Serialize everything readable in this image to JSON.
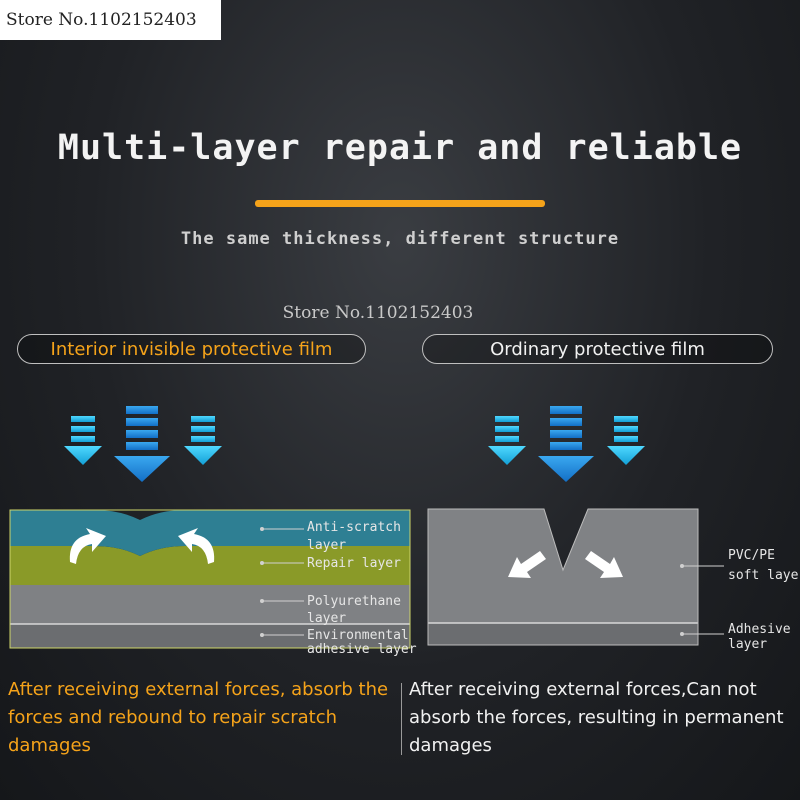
{
  "store_label": "Store No.1102152403",
  "title": "Multi-layer repair and reliable",
  "subtitle": "The same thickness, different structure",
  "watermark": "Store No.1102152403",
  "left_panel": {
    "heading": "Interior invisible protective film",
    "layers": [
      {
        "label_lines": [
          "Anti-scratch",
          "layer"
        ],
        "color": "#2e7f93"
      },
      {
        "label_lines": [
          "Repair layer"
        ],
        "color": "#8a9a28"
      },
      {
        "label_lines": [
          "Polyurethane",
          "layer"
        ],
        "color": "#7f8184"
      },
      {
        "label_lines": [
          "Environmental",
          "adhesive layer"
        ],
        "color": "#6b6d70"
      }
    ],
    "caption": "After receiving external forces, absorb the forces and rebound to repair scratch damages"
  },
  "right_panel": {
    "heading": "Ordinary protective film",
    "layers": [
      {
        "label_lines": [
          "PVC/PE",
          "soft layer"
        ],
        "color": "#808285"
      },
      {
        "label_lines": [
          "Adhesive",
          "layer"
        ],
        "color": "#6b6d70"
      }
    ],
    "caption": "After receiving external forces,Can not absorb the forces, resulting in permanent damages"
  },
  "colors": {
    "accent_orange": "#f5a31a",
    "arrow_cyan": "#19c3f0",
    "arrow_blue": "#1a8fe3"
  },
  "icons": [
    "down-arrow-icon",
    "rebound-arrow-icon",
    "push-arrow-icon"
  ]
}
